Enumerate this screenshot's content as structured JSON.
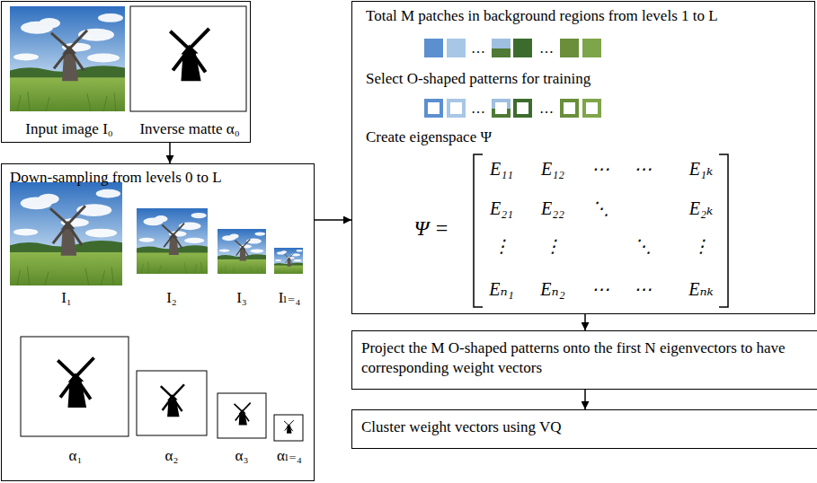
{
  "diagram": {
    "nodes": [
      {
        "text": [
          "Input image I₀",
          "Inverse matte α₀"
        ]
      },
      {
        "text": [
          "Down-sampling from levels 0 to L"
        ]
      },
      {
        "text": [
          "Total M patches in background regions from levels 1 to L",
          "Select O-shaped patterns for training",
          "Create eigenspace Ψ"
        ]
      },
      {
        "text": [
          "Project the M O-shaped patterns onto the first N eigenvectors to have corresponding weight vectors"
        ]
      },
      {
        "text": [
          "Cluster weight vectors using VQ"
        ]
      }
    ],
    "edges": [
      {
        "from": 0,
        "to": 1,
        "arrow": "to"
      },
      {
        "from": 1,
        "to": 2,
        "arrow": "to"
      },
      {
        "from": 2,
        "to": 3,
        "arrow": "to"
      },
      {
        "from": 3,
        "to": 4,
        "arrow": "to"
      }
    ],
    "labels": [
      "I₁",
      "I₂",
      "I₃",
      "Iₗ₌₄",
      "α₁",
      "α₂",
      "α₃",
      "αₗ₌₄",
      "…",
      "…",
      "…",
      "…",
      "Ψ =",
      "E₁₁",
      "E₁₂",
      "⋯",
      "⋯",
      "E₁ₖ",
      "E₂₁",
      "E₂₂",
      "⋱",
      "E₂ₖ",
      "⋮",
      "⋮",
      "⋱",
      "⋮",
      "Eₙ₁",
      "Eₙ₂",
      "⋯",
      "⋯",
      "Eₙₖ"
    ]
  }
}
